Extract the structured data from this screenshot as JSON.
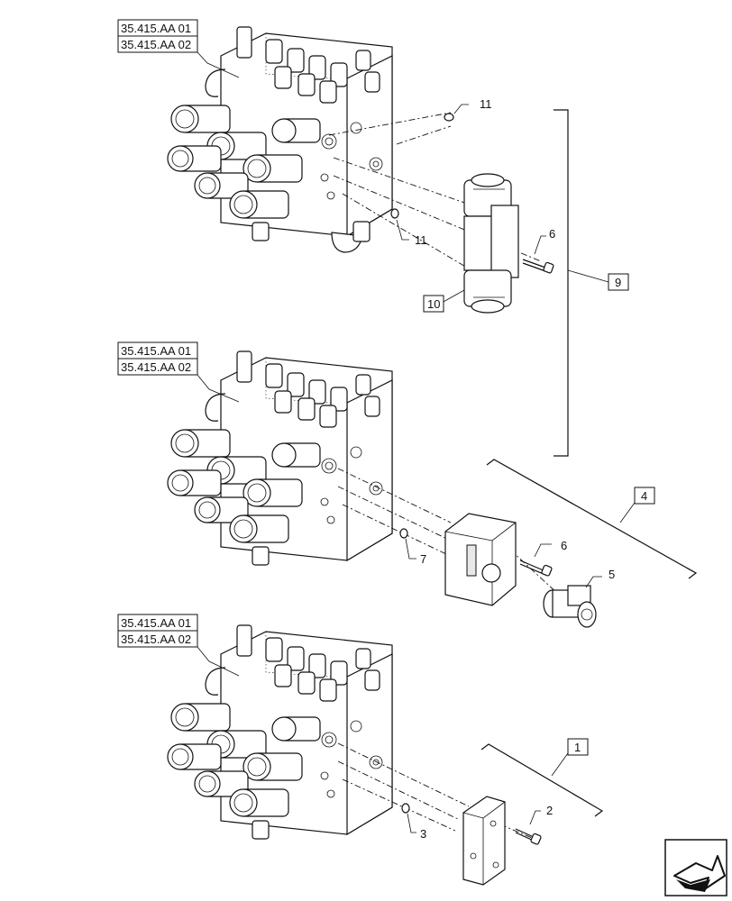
{
  "references": {
    "a1": "35.415.AA 01",
    "a2": "35.415.AA 02",
    "b1": "35.415.AA 01",
    "b2": "35.415.AA 02",
    "c1": "35.415.AA 01",
    "c2": "35.415.AA 02"
  },
  "callouts": {
    "p11a": "11",
    "p11b": "11",
    "p6a": "6",
    "p9": "9",
    "p10": "10",
    "p4": "4",
    "p6b": "6",
    "p5": "5",
    "p7": "7",
    "p1": "1",
    "p2": "2",
    "p3": "3"
  },
  "nav_icon": "next-page-arrow-icon"
}
